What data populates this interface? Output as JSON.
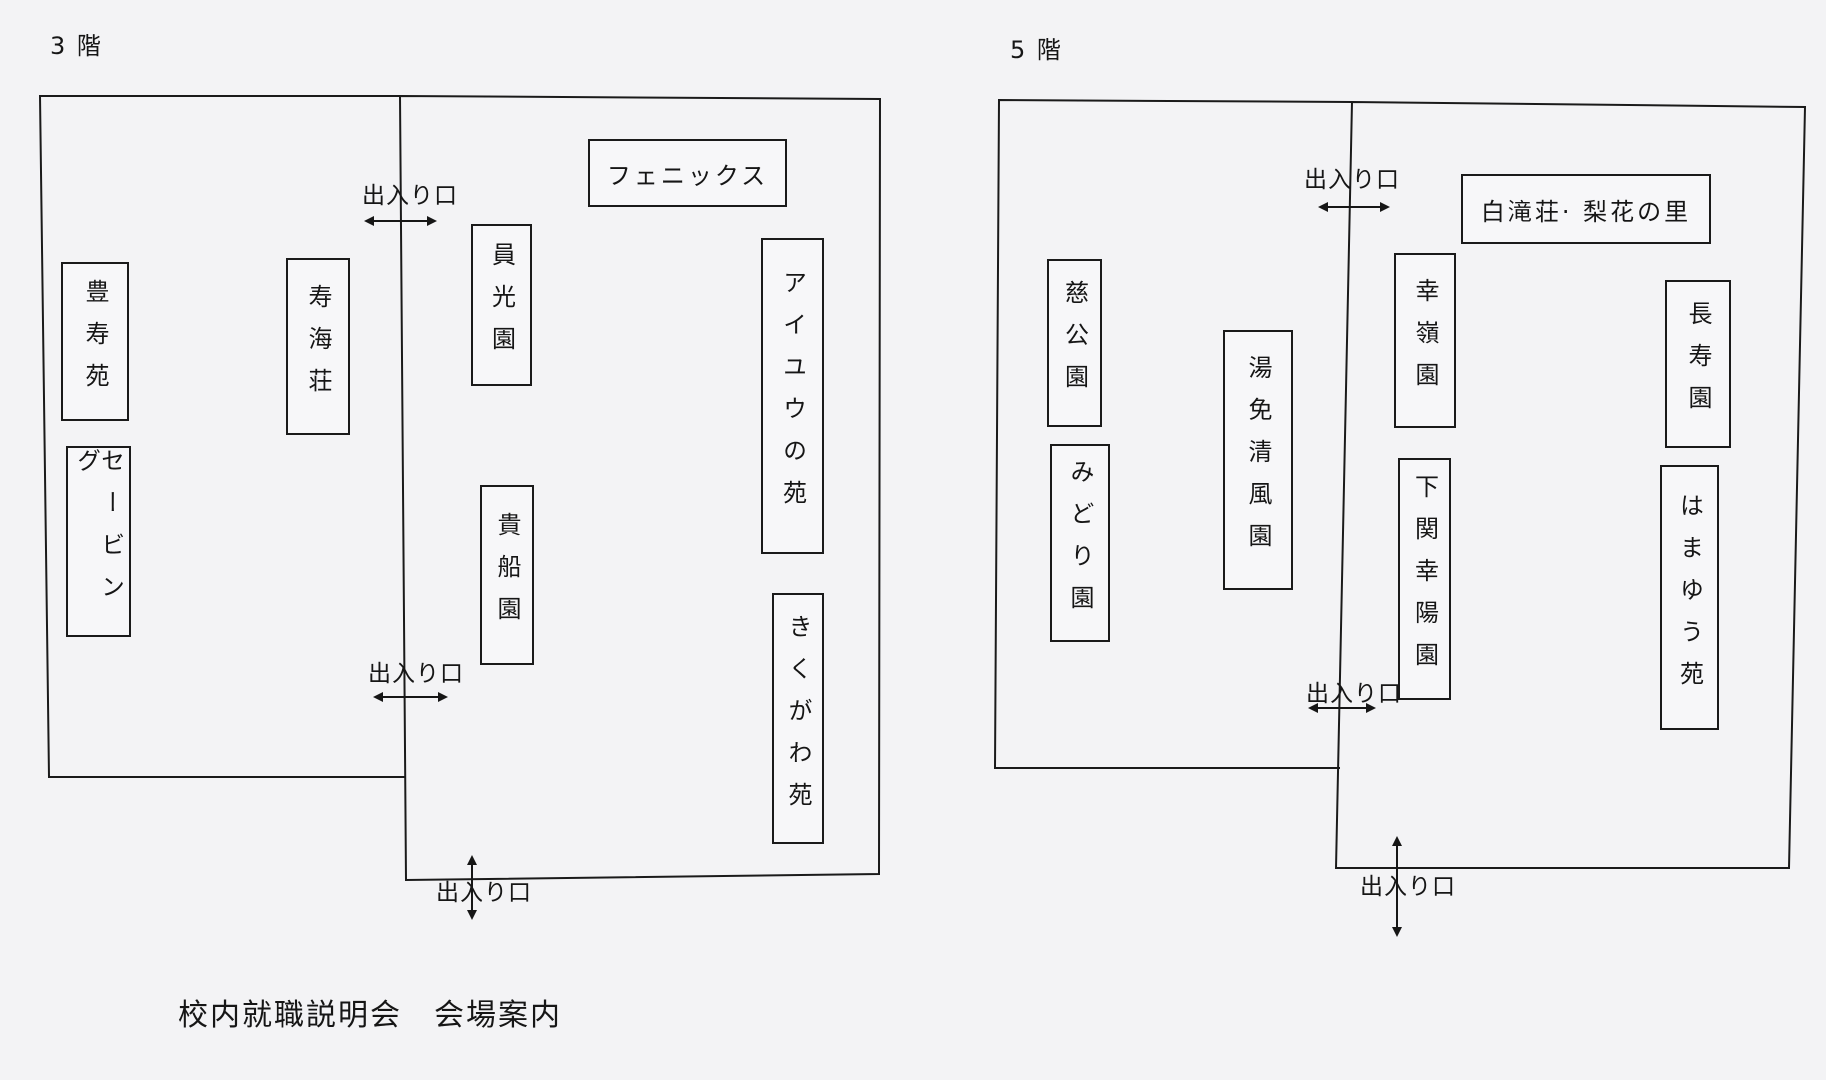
{
  "floors": [
    {
      "label": "3 階",
      "booths": [
        "豊寿苑",
        "セービング",
        "寿海荘",
        "員光園",
        "貴船園",
        "フェニックス",
        "アイユウの苑",
        "きくがわ苑"
      ],
      "entrances": [
        "出入り口",
        "出入り口",
        "出入り口"
      ]
    },
    {
      "label": "5 階",
      "booths": [
        "慈公園",
        "みどり園",
        "湯免清風園",
        "幸嶺園",
        "下関幸陽園",
        "白滝荘· 梨花の里",
        "長寿園",
        "はまゆう苑"
      ],
      "entrances": [
        "出入り口",
        "出入り口",
        "出入り口"
      ]
    }
  ],
  "footer": {
    "title": "校内就職説明会　会場案内"
  },
  "colors": {
    "background": "#f3f3f5",
    "ink": "#161616"
  }
}
